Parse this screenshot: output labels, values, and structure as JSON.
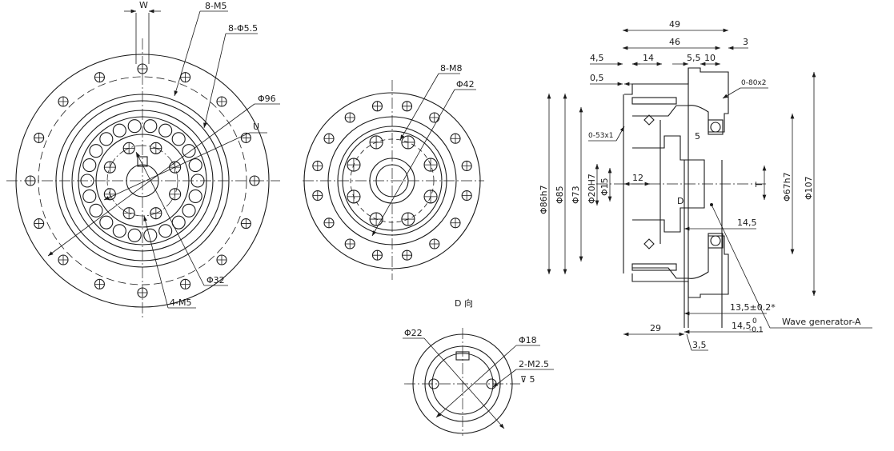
{
  "front_view": {
    "labels": {
      "w": "W",
      "holes_m5": "8-M5",
      "holes_d55": "8-Φ5.5",
      "dia96": "Φ96",
      "u": "U",
      "dia32": "Φ32",
      "holes_4m5": "4-M5"
    }
  },
  "d_view": {
    "labels": {
      "holes_m8": "8-M8",
      "dia42": "Φ42",
      "caption": "D 向"
    }
  },
  "shaft_view": {
    "labels": {
      "dia22": "Φ22",
      "dia18": "Φ18",
      "tap": "2-M2.5",
      "depth": "⊽ 5"
    }
  },
  "section_view": {
    "labels": {
      "d49": "49",
      "d46": "46",
      "d3": "3",
      "d4_5": "4,5",
      "d14": "14",
      "d5_5": "5,5",
      "d10": "10",
      "d0_5": "0,5",
      "oring80": "0-80x2",
      "oring53": "0-53x1",
      "d5": "5",
      "dia86": "Φ86h7",
      "dia85": "Φ85",
      "dia73": "Φ73",
      "dia20": "Φ20H7",
      "dia15": "Φ15",
      "d12": "12",
      "d": "D",
      "t": "T",
      "dia67": "Φ67h7",
      "dia107": "Φ107",
      "d14_5a": "14,5",
      "d13_5": "13,5±0.2*",
      "d14_5b": "14,5",
      "tol_upper": "0",
      "tol_lower": "-0.1",
      "d29": "29",
      "d3_5": "3,5",
      "wave": "Wave generator-A"
    }
  }
}
